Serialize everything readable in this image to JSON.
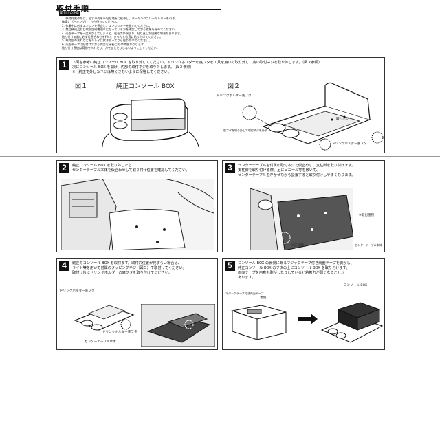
{
  "header": {
    "title": "取付手順",
    "warning_tag": "取付上の注意",
    "warnings": [
      "1. 取付作業の際は、必ず車両を平坦な場所に駐車し、パーキングブレーキレバーを引き、",
      "   確実にパーキングしてから行ってください。",
      "2. 作業中は必ずエンジンを停止し、エンジンキーを抜いてください。",
      "3. 商品構成品及び取扱説明書通りになっているかを確認してから作業を始めてください。",
      "4. 両面テープを一度剥がしてしまうと、粘着力が弱まり、貼り直しが困難な場合があります。",
      "   貼り付ける前に必ず位置合わせを行い、きちんと位置に貼り付けてください。",
      "5. 取付部の汚れなどをキレイに拭き取ってから貼り付けてください。",
      "6. 両面テープは貼付けてから完全な接着に約24時間かかります。",
      "   貼り付け直後は荷物を入れたり、力を加えたりしないようにしてください。"
    ]
  },
  "steps": [
    {
      "num": "1",
      "lines": [
        "下図を参考に純正コンソール BOX を取り外してください。ドリンクホルダーの底フタを工具を用いて取り外し、底の取付ネジを取り外します。（図２参照）",
        "次にコンソール BOX を開け、内部の取付ネジを取り外します。（図２参照）",
        "※（純正で外したネジは無くさないように保管してください。）"
      ],
      "fig1_label": "図１",
      "fig1_caption": "純正コンソール BOX",
      "fig2_label": "図２",
      "callouts": [
        "ドリンクホルダー底フタ",
        "取付ネジ",
        "底フタを取り外して取付ネジを外す",
        "ドリンクホルダー底フタ"
      ]
    },
    {
      "num": "2",
      "lines": [
        "純正コンソール BOX を取り外したら、",
        "センターテーブル本体を仮合わせして取り付け位置を確認してください。"
      ]
    },
    {
      "num": "3",
      "lines": [
        "センターテーブルを付属の取付ネジで仮止めし、支柱脚を取り付けます。",
        "支柱脚を取り付ける際、足にビニール等を敷いて、",
        "センターテーブルを浮かせながら設置すると取り付けしやすくなります。"
      ],
      "callouts": [
        "※取付箇所",
        "※支柱脚",
        "センターテーブル本体"
      ]
    },
    {
      "num": "4",
      "lines": [
        "純正のコンソール BOX を取付ます。取付穴位置が見ずらい場合は、",
        "ライト等を用いて付属のタッピングネジ（図５）で取付けてください。",
        "取付け後にドリンクホルダーの底フタを取り付けてください。"
      ],
      "callouts": [
        "ドリンクホルダー底フタ",
        "ドリンクホルダー底フタ",
        "センターテーブル本体"
      ]
    },
    {
      "num": "5",
      "lines": [
        "コンソール BOX の裏側にあるマジックテープ付き両面テープを剥がし、",
        "純正コンソール BOX のフタの上にコンソール BOX を取り付けます。",
        "両面テープを用意も剥がしたりしていると粘着力が弱くなることが",
        "あります。"
      ],
      "callouts": [
        "マジックテープ付き両面テープ",
        "裏側",
        "コンソール BOX"
      ]
    }
  ]
}
